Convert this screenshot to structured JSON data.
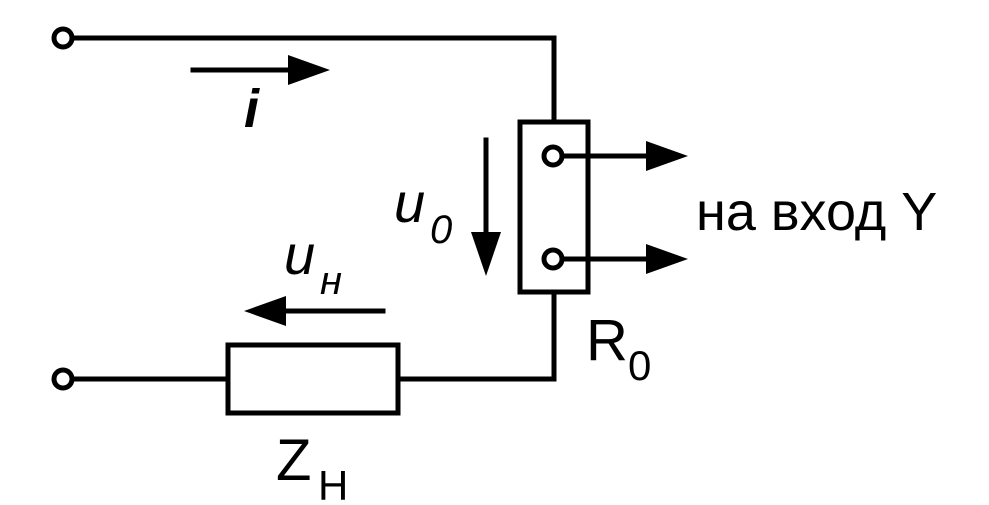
{
  "labels": {
    "current": "i",
    "shunt_voltage_main": "u",
    "shunt_voltage_sub": "0",
    "load_voltage_main": "u",
    "load_voltage_sub": "н",
    "output_caption": "на вход Y",
    "shunt_main": "R",
    "shunt_sub": "0",
    "load_main": "Z",
    "load_sub": "Н"
  },
  "colors": {
    "line": "#000000",
    "background": "#ffffff"
  }
}
